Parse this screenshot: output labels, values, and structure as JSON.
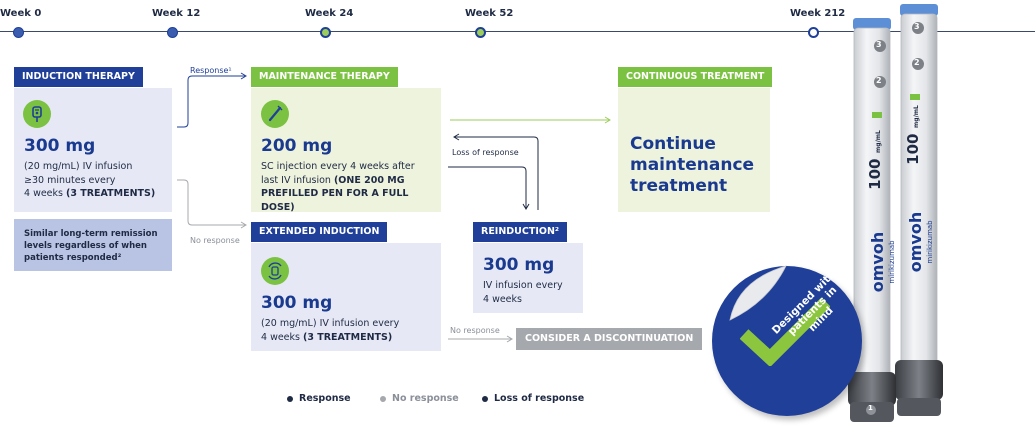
{
  "timeline": {
    "weeks": [
      "Week 0",
      "Week 12",
      "Week 24",
      "Week 52",
      "Week 212"
    ]
  },
  "induction": {
    "header": "INDUCTION THERAPY",
    "dose": "300 mg",
    "line1": "(20 mg/mL) IV infusion",
    "line2": "≥30 minutes every",
    "line3_prefix": "4 weeks ",
    "line3_bold": "(3 TREATMENTS)",
    "note": "Similar long-term remission levels regardless of when patients responded²"
  },
  "maintenance": {
    "header": "MAINTENANCE THERAPY",
    "dose": "200 mg",
    "line1": "SC injection every 4 weeks after",
    "line2_prefix": "last IV infusion ",
    "line2_bold": "(ONE 200 MG",
    "line3_bold": "PREFILLED PEN FOR A FULL DOSE)"
  },
  "continuous": {
    "header": "CONTINUOUS TREATMENT",
    "text": "Continue maintenance treatment"
  },
  "extended": {
    "header": "EXTENDED INDUCTION",
    "dose": "300 mg",
    "line1": "(20 mg/mL) IV infusion every",
    "line2_prefix": "4 weeks ",
    "line2_bold": "(3 TREATMENTS)"
  },
  "reinduction": {
    "header": "REINDUCTION²",
    "dose": "300 mg",
    "line1": "IV infusion every",
    "line2": "4 weeks"
  },
  "discontinuation": {
    "label": "CONSIDER A DISCONTINUATION"
  },
  "flow_labels": {
    "response": "Response¹",
    "no_response": "No response",
    "loss_of_response": "Loss of response",
    "no_response_2": "No response"
  },
  "legend": {
    "response": "Response",
    "no_response": "No response",
    "loss_of_response": "Loss of response"
  },
  "product": {
    "brand": "omvoh",
    "generic": "mirikizumab",
    "strength": "100",
    "unit": "mg/mL",
    "pen_numbers": [
      "1",
      "2",
      "3"
    ],
    "badge": "Designed with patients in mind"
  },
  "colors": {
    "navy": "#1f3f98",
    "green": "#7cc242",
    "light_blue_box": "#e6e9f5",
    "light_green_box": "#eef3de",
    "note_box": "#b9c3e3",
    "gray": "#a5a8ad"
  }
}
